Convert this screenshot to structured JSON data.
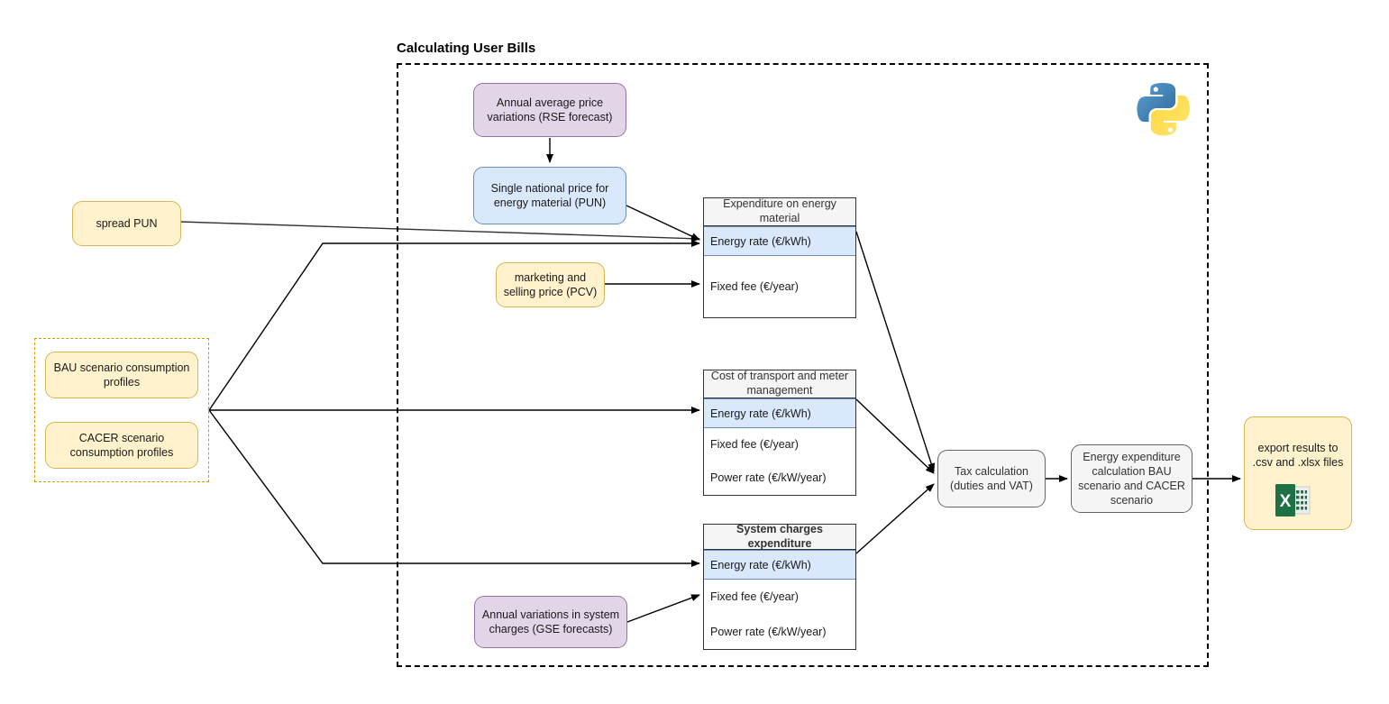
{
  "diagram": {
    "group_title": "Calculating User Bills",
    "python_logo_name": "python-logo",
    "excel_icon_name": "excel-icon"
  },
  "nodes": {
    "spread_pun": "spread PUN",
    "bau_profiles": "BAU scenario consumption profiles",
    "cacer_profiles": "CACER scenario consumption profiles",
    "rse_forecast": "Annual average price variations (RSE forecast)",
    "pun": "Single national price for energy material (PUN)",
    "pcv": "marketing and selling price (PCV)",
    "gse_forecast": "Annual variations in system charges (GSE forecasts)",
    "tax_calculation": "Tax calculation (duties and VAT)",
    "energy_expenditure": "Energy expenditure calculation BAU scenario and CACER scenario",
    "export_results": "export results to .csv and .xlsx files"
  },
  "tables": [
    {
      "header": "Expenditure on energy material",
      "rows": [
        "Energy rate (€/kWh)",
        "Fixed fee (€/year)"
      ]
    },
    {
      "header": "Cost of transport and meter management",
      "rows": [
        "Energy rate (€/kWh)",
        "Fixed fee (€/year)",
        "Power rate (€/kW/year)"
      ]
    },
    {
      "header": "System charges expenditure",
      "rows": [
        "Energy rate (€/kWh)",
        "Fixed fee (€/year)",
        "Power rate (€/kW/year)"
      ]
    }
  ],
  "colors": {
    "yellow_fill": "#fff2cc",
    "yellow_stroke": "#d6b656",
    "purple_fill": "#e1d5e7",
    "purple_stroke": "#9673a6",
    "blue_fill": "#dae8fc",
    "blue_stroke": "#6c8ebf",
    "grey_fill": "#f5f5f5",
    "grey_stroke": "#666666",
    "edge": "#000000",
    "excel_green": "#1e7145"
  }
}
